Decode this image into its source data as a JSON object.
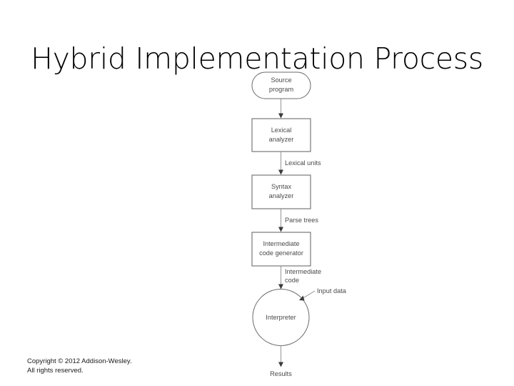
{
  "slide": {
    "title": "Hybrid Implementation Process",
    "background_color": "#ffffff",
    "title_color": "#000000"
  },
  "diagram": {
    "type": "flowchart",
    "orientation": "top-to-bottom",
    "stroke_color": "#6b6b6b",
    "text_color": "#4a4a4a",
    "nodes": [
      {
        "id": "source-program",
        "shape": "stadium",
        "lines": [
          "Source",
          "program"
        ]
      },
      {
        "id": "lexical-analyzer",
        "shape": "rectangle",
        "lines": [
          "Lexical",
          "analyzer"
        ]
      },
      {
        "id": "syntax-analyzer",
        "shape": "rectangle",
        "lines": [
          "Syntax",
          "analyzer"
        ]
      },
      {
        "id": "intermediate-code-generator",
        "shape": "rectangle",
        "lines": [
          "Intermediate",
          "code generator"
        ]
      },
      {
        "id": "interpreter",
        "shape": "circle",
        "lines": [
          "Interpreter"
        ]
      },
      {
        "id": "results",
        "shape": "text",
        "lines": [
          "Results"
        ]
      }
    ],
    "edge_labels": [
      {
        "id": "lexical-units",
        "lines": [
          "Lexical units"
        ]
      },
      {
        "id": "parse-trees",
        "lines": [
          "Parse trees"
        ]
      },
      {
        "id": "intermediate-code",
        "lines": [
          "Intermediate",
          "code"
        ]
      },
      {
        "id": "input-data",
        "lines": [
          "Input data"
        ]
      }
    ]
  },
  "footer": {
    "copyright_line1": "Copyright © 2012 Addison-Wesley.",
    "copyright_line2": "All rights reserved."
  }
}
